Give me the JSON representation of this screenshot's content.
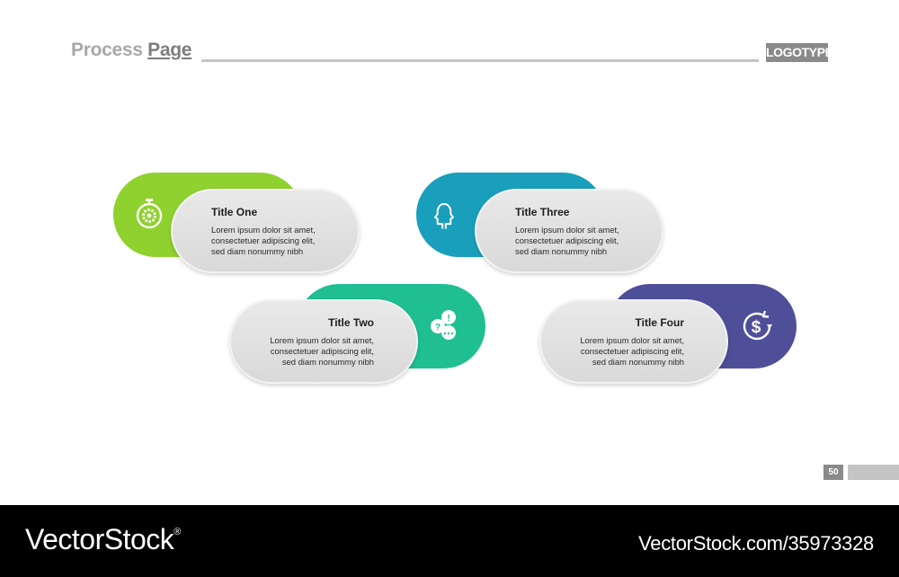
{
  "header": {
    "title_light": "Process ",
    "title_strong": "Page",
    "logo": "LOGOTYPE"
  },
  "steps": [
    {
      "title": "Title One",
      "lines": [
        "Lorem ipsum dolor sit amet,",
        "consectetuer adipiscing elit,",
        "sed diam nonummy nibh"
      ],
      "color": "#8fd12e",
      "icon": "stopwatch-gear-icon"
    },
    {
      "title": "Title Two",
      "lines": [
        "Lorem ipsum dolor sit amet,",
        "consectetuer adipiscing elit,",
        "sed diam nonummy nibh"
      ],
      "color": "#1fbf92",
      "icon": "chat-bubbles-icon"
    },
    {
      "title": "Title Three",
      "lines": [
        "Lorem ipsum dolor sit amet,",
        "consectetuer adipiscing elit,",
        "sed diam nonummy nibh"
      ],
      "color": "#199fbc",
      "icon": "two-heads-icon"
    },
    {
      "title": "Title Four",
      "lines": [
        "Lorem ipsum dolor sit amet,",
        "consectetuer adipiscing elit,",
        "sed diam nonummy nibh"
      ],
      "color": "#4e4f98",
      "icon": "dollar-refresh-icon"
    }
  ],
  "page_number": "50",
  "footer": {
    "brand": "VectorStock",
    "brand_mark": "®",
    "image_id": "VectorStock.com/35973328"
  }
}
